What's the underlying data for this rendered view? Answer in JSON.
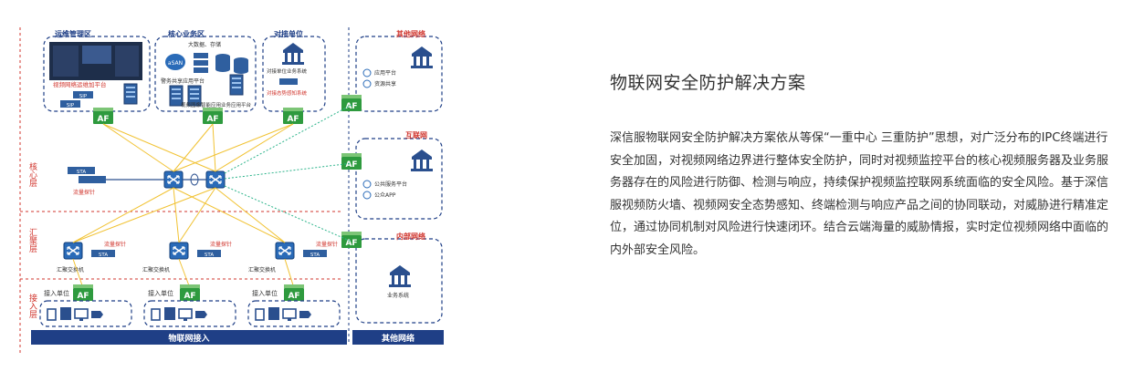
{
  "diagram": {
    "zones": {
      "ops": "运维管理区",
      "core": "核心业务区",
      "partner": "对接单位",
      "other_net": "其他网络",
      "internet": "互联网",
      "intranet": "内部网络"
    },
    "layers": {
      "core": "核心层",
      "agg": "汇聚层",
      "access": "接入层"
    },
    "labels": {
      "platform": "视频网络运维加平台",
      "bigdata": "大数据、存储",
      "shared_platform": "警务共享应用平台",
      "video_platform": "视频图像智能应用业务应用平台",
      "partner_system": "对接单位业务系统",
      "sensor_system": "对接态势感知系统",
      "app_platform": "应用平台",
      "resource_share": "资源共享",
      "public_service": "公共服务平台",
      "public_app": "公众APP",
      "business_system": "业务系统",
      "traffic_probe": "流量探针",
      "agg_switch": "汇聚交换机",
      "access_unit": "接入单位",
      "af": "AF",
      "sip": "SIP",
      "sta": "STA",
      "asan": "aSAN"
    },
    "bottom": {
      "left": "物联网接入",
      "right": "其他网络"
    }
  },
  "content": {
    "title": "物联网安全防护解决方案",
    "description": "深信服物联网安全防护解决方案依从等保“一重中心 三重防护”思想，对广泛分布的IPC终端进行安全加固，对视频网络边界进行整体安全防护，同时对视频监控平台的核心视频服务器及业务服务器存在的风险进行防御、检测与响应，持续保护视频监控联网系统面临的安全风险。基于深信服视频防火墙、视频网安全态势感知、终端检测与响应产品之间的协同联动，对威胁进行精准定位，通过协同机制对风险进行快速闭环。结合云端海量的威胁情报，实时定位视频网络中面临的内外部安全风险。"
  },
  "colors": {
    "navy": "#1f3f86",
    "red": "#d0342c",
    "green": "#2e9a3e",
    "yellow": "#f1c232",
    "teal": "#2bb38a"
  }
}
